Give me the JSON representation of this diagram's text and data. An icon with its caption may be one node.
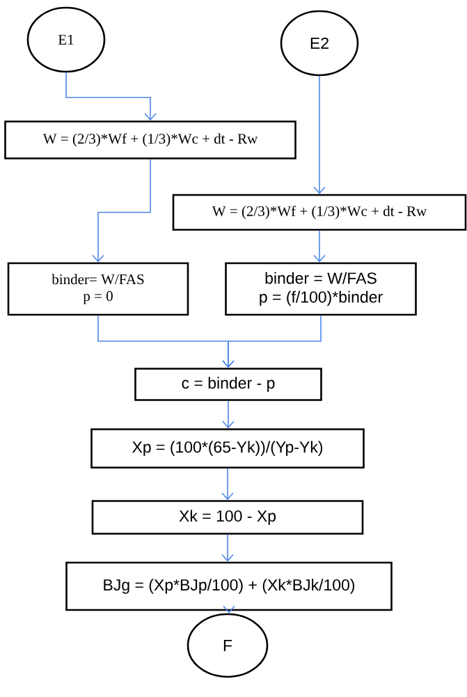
{
  "diagram": {
    "nodes": [
      {
        "text": [
          "E1"
        ]
      },
      {
        "text": [
          "E2"
        ]
      },
      {
        "text": [
          "W = (2/3)*Wf + (1/3)*Wc + dt - Rw"
        ]
      },
      {
        "text": [
          "W = (2/3)*Wf + (1/3)*Wc + dt - Rw"
        ]
      },
      {
        "text": [
          "binder= W/FAS",
          "p = 0"
        ]
      },
      {
        "text": [
          "binder = W/FAS",
          "p = (f/100)*binder"
        ]
      },
      {
        "text": [
          "c = binder - p"
        ]
      },
      {
        "text": [
          "Xp = (100*(65-Yk))/(Yp-Yk)"
        ]
      },
      {
        "text": [
          "Xk = 100 - Xp"
        ]
      },
      {
        "text": [
          "BJg = (Xp*BJp/100) + (Xk*BJk/100)"
        ]
      },
      {
        "text": [
          "F"
        ]
      }
    ],
    "edges": [
      {
        "from": 0,
        "to": 2,
        "arrow": "to"
      },
      {
        "from": 1,
        "to": 3,
        "arrow": "to"
      },
      {
        "from": 2,
        "to": 4,
        "arrow": "to"
      },
      {
        "from": 3,
        "to": 5,
        "arrow": "to"
      },
      {
        "from": 4,
        "to": 6,
        "arrow": "to"
      },
      {
        "from": 5,
        "to": 6,
        "arrow": "to"
      },
      {
        "from": 6,
        "to": 7,
        "arrow": "to"
      },
      {
        "from": 7,
        "to": 8,
        "arrow": "to"
      },
      {
        "from": 8,
        "to": 9,
        "arrow": "to"
      },
      {
        "from": 9,
        "to": 10,
        "arrow": "to"
      }
    ]
  }
}
